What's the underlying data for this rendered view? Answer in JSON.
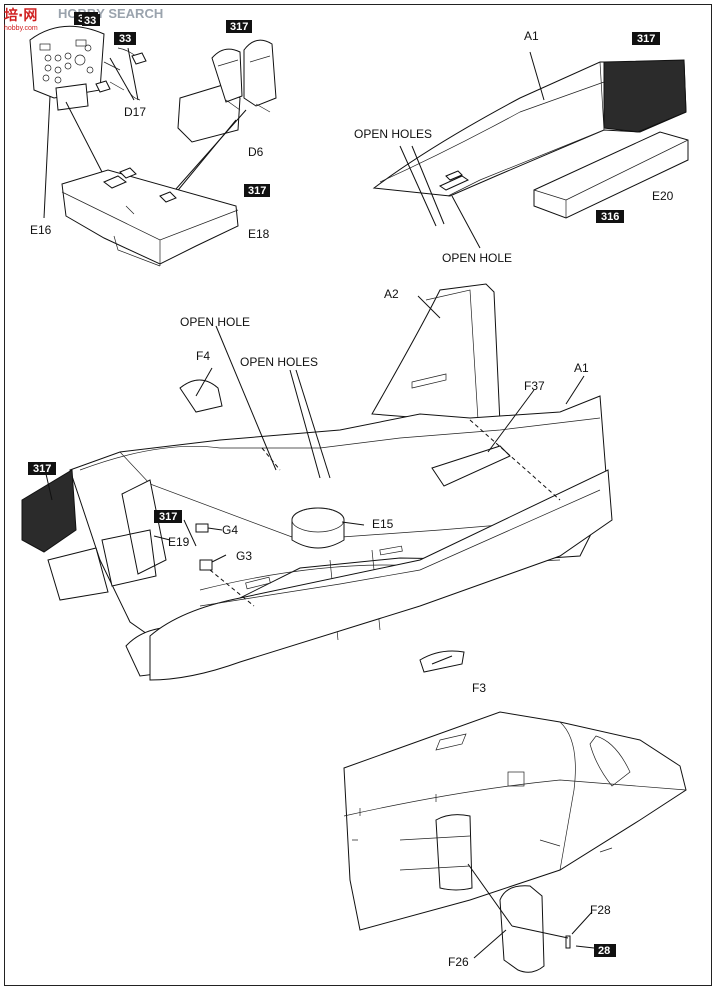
{
  "watermark": {
    "text_cn": "培·网",
    "text_en": "HOBBY SEARCH",
    "url": "hobby.com"
  },
  "badges": {
    "b317_top": "317",
    "b33_a": "33",
    "b33_b": "33",
    "b317_seat": "317",
    "b317_tray": "317",
    "b316": "316",
    "b317_nose": "317",
    "b317_e19": "317",
    "b28": "28"
  },
  "labels": {
    "d17": "D17",
    "d6": "D6",
    "e16": "E16",
    "e18": "E18",
    "a1_top": "A1",
    "open_holes_top": "OPEN HOLES",
    "open_hole_top": "OPEN HOLE",
    "e20": "E20",
    "a2": "A2",
    "open_hole_mid": "OPEN HOLE",
    "open_holes_mid": "OPEN HOLES",
    "f4": "F4",
    "a1_mid": "A1",
    "f37": "F37",
    "e15": "E15",
    "g4": "G4",
    "e19": "E19",
    "g3": "G3",
    "f3": "F3",
    "f28": "F28",
    "f26": "F26"
  }
}
